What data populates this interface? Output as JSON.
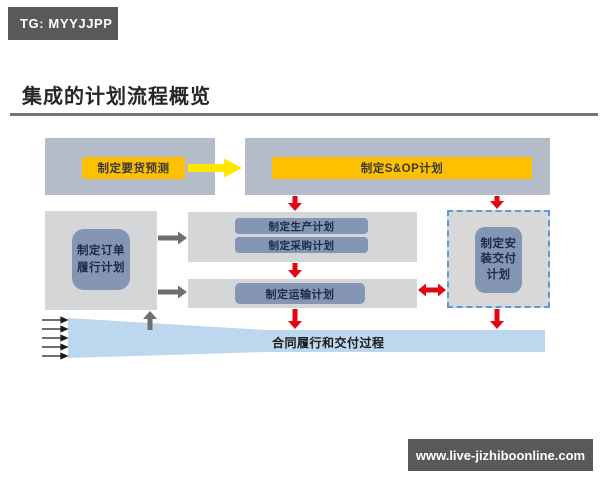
{
  "header": {
    "tg_badge": "TG: MYYJJPP",
    "title": "集成的计划流程概览"
  },
  "diagram": {
    "forecast": "制定要货预测",
    "sop": "制定S&OP计划",
    "order_fulfillment": "制定订单\n履行计划",
    "production": "制定生产计划",
    "procurement": "制定采购计划",
    "transport": "制定运输计划",
    "install_delivery": "制定安\n装交付\n计划",
    "contract_band": "合同履行和交付过程"
  },
  "footer": {
    "watermark": "www.live-jizhiboonline.com"
  },
  "colors": {
    "accent_yellow": "#ffc000",
    "container_blue_gray": "#b5bcc9",
    "container_gray": "#d5d6d8",
    "inner_box_blue": "#8496b4",
    "arrow_red": "#e30613",
    "arrow_gray": "#6e6e6e",
    "arrow_yellow": "#ffe600",
    "band_blue": "#bdd7ee",
    "badge_gray": "#595959",
    "dashed_border_blue": "#5b9bd5",
    "title_rule_gray": "#70757d"
  }
}
